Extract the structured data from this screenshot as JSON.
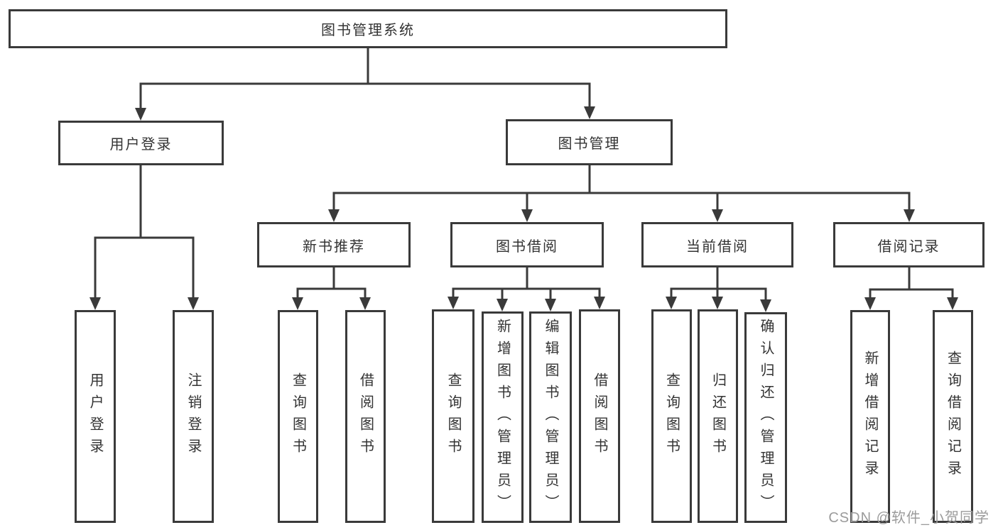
{
  "colors": {
    "line": "#3a3a3a",
    "text": "#333333",
    "background": "#ffffff",
    "watermark": "#9b9b9b"
  },
  "watermark": "CSDN @软件_小贺同学",
  "tree": {
    "label": "图书管理系统",
    "children": [
      {
        "label": "用户登录",
        "children": [
          {
            "label": "用户登录"
          },
          {
            "label": "注销登录"
          }
        ]
      },
      {
        "label": "图书管理",
        "children": [
          {
            "label": "新书推荐",
            "children": [
              {
                "label": "查询图书"
              },
              {
                "label": "借阅图书"
              }
            ]
          },
          {
            "label": "图书借阅",
            "children": [
              {
                "label": "查询图书"
              },
              {
                "label": "新增图书（管理员）"
              },
              {
                "label": "编辑图书（管理员）"
              },
              {
                "label": "借阅图书"
              }
            ]
          },
          {
            "label": "当前借阅",
            "children": [
              {
                "label": "查询图书"
              },
              {
                "label": "归还图书"
              },
              {
                "label": "确认归还（管理员）"
              }
            ]
          },
          {
            "label": "借阅记录",
            "children": [
              {
                "label": "新增借阅记录"
              },
              {
                "label": "查询借阅记录"
              }
            ]
          }
        ]
      }
    ]
  }
}
